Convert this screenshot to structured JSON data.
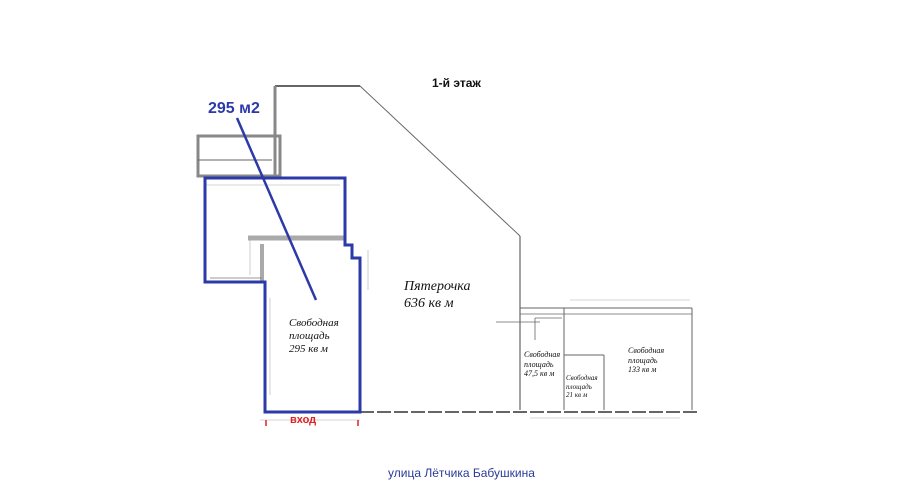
{
  "floor_label": "1-й этаж",
  "area_callout": "295 м2",
  "store": {
    "name": "Пятерочка",
    "area": "636 кв м"
  },
  "units": [
    {
      "line1": "Свободная",
      "line2": "площадь",
      "area": "295 кв м"
    },
    {
      "line1": "Свободная",
      "line2": "площадь",
      "area": "47,5 кв м"
    },
    {
      "line1": "Свободная",
      "line2": "площадь",
      "area": "21 кв м"
    },
    {
      "line1": "Свободная",
      "line2": "площадь",
      "area": "133 кв м"
    }
  ],
  "entrance_label": "вход",
  "street_label": "улица Лётчика Бабушкина",
  "colors": {
    "highlight": "#2b3aa8",
    "entrance": "#e02020",
    "walls": "#555555"
  }
}
